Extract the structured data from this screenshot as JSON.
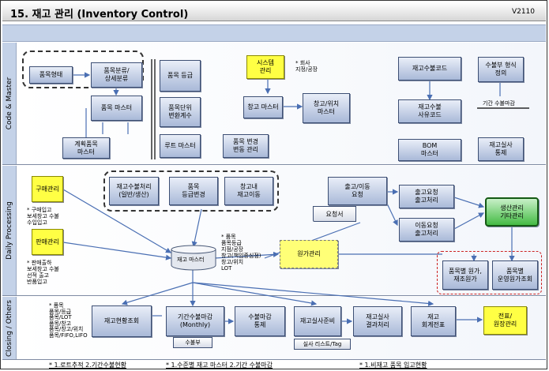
{
  "header": {
    "title": "15. 재고 관리 (Inventory Control)",
    "version": "V2110"
  },
  "bands": {
    "master": "Code & Master",
    "daily": "Daily Processing",
    "closing": "Closing / Others"
  },
  "master": {
    "group1": {
      "item_type": "품목형태",
      "item_class": "품목분류/\n상세분류",
      "item_master": "품목 마스터",
      "plan_item": "계획품목\n마스터"
    },
    "item_grade": "품목 등급",
    "unit_conv": "품목단위\n변환계수",
    "route_master": "루트 마스터",
    "item_change": "품목 변경\n변동 관리",
    "system_mgmt": "시스템\n관리",
    "system_note": "* 회사\n  지정/공장",
    "warehouse_master": "창고 마스터",
    "wh_location_master": "창고/위치\n마스터",
    "inv_code": "재고수불코드",
    "inv_reason_code": "재고수불\n사유코드",
    "bom_master": "BOM\n마스터",
    "ledger_format": "수불부 형식\n정의",
    "ledger_period_label": "기간 수불마감",
    "stocktake_ctrl": "재고실사\n통제"
  },
  "daily": {
    "purchase_mgmt": "구매관리",
    "purchase_notes": "* 구매입고\n  보세창고 수불\n  수입입고",
    "sales_mgmt": "판매관리",
    "sales_notes": "* 판매출하\n  보세창고 수불\n  선적 출고\n  반품입고",
    "inv_proc": "재고수불처리\n(일반/생산)",
    "grade_change": "품목\n등급변경",
    "wh_move": "창고내\n재고이동",
    "outbound_move": "출고/이동\n요청",
    "request_doc": "요청서",
    "out_request": "출고요청\n출고처리",
    "move_request": "이동요청\n출고처리",
    "production_other": "생산관리\n기타관리",
    "inv_master_db": "재고 마스터",
    "inv_master_notes": "* 품목\n  품목등급\n  지점/공장\n  창고(책임중심점)\n  창고/위치\n  LOT",
    "cost_mgmt": "원가관리",
    "item_cost": "품목별 원가,\n재조원가",
    "item_op_cost": "품목별\n운영원가조회"
  },
  "closing": {
    "left_notes": "* 품목\n  품목/등급\n  품목/LOT\n  품목/창고\n  품목/창고/위치\n  품목/FIFO,LIFO",
    "inv_status": "재고현황조회",
    "period_close": "기간수불마감\n(Monthly)",
    "ledger_doc": "수불부",
    "close_ctrl": "수불마감\n통제",
    "stocktake_prep": "재고실사준비",
    "stocktake_doc": "실사 리스트/Tag",
    "stocktake_result": "재고실사\n결과처리",
    "inv_slip": "재고\n회계전표",
    "slip_mgmt": "전표/\n원장관리"
  },
  "footnotes": {
    "f1": "* 1.로트추적  2.기간수불현황",
    "f2": "* 1.수준별 재고 마스터  2.기간 수불마감",
    "f3": "* 1.비재고 품목 입고현황"
  }
}
